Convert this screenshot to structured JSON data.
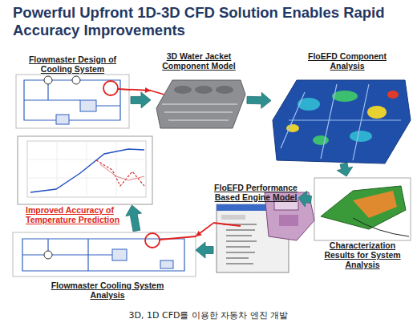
{
  "diagram": {
    "title": "Powerful Upfront 1D-3D CFD Solution Enables Rapid Accuracy Improvements",
    "caption": "3D, 1D CFD를 이용한 자동차 엔진 개발",
    "nodes": [
      {
        "text": [
          "Flowmaster Design of Cooling System"
        ]
      },
      {
        "text": [
          "3D Water Jacket Component Model"
        ]
      },
      {
        "text": [
          "FloEFD Component Analysis"
        ]
      },
      {
        "text": [
          "Improved Accuracy of Temperature Prediction"
        ]
      },
      {
        "text": [
          "Characterization Results for System Analysis"
        ]
      },
      {
        "text": [
          "FloEFD Performance Based Engine Model"
        ]
      },
      {
        "text": [
          "Flowmaster Cooling System Analysis"
        ]
      }
    ],
    "edges": [
      {
        "from": 0,
        "to": 1,
        "arrow": "to"
      },
      {
        "from": 0,
        "to": 1,
        "arrow": "to"
      },
      {
        "from": 1,
        "to": 2,
        "arrow": "to"
      },
      {
        "from": 2,
        "to": 4,
        "arrow": "to"
      },
      {
        "from": 4,
        "to": 5,
        "arrow": "to"
      },
      {
        "from": 5,
        "to": 6,
        "arrow": "to"
      },
      {
        "from": 5,
        "to": 6,
        "arrow": "to"
      },
      {
        "from": 6,
        "to": 3,
        "arrow": "to"
      }
    ]
  }
}
